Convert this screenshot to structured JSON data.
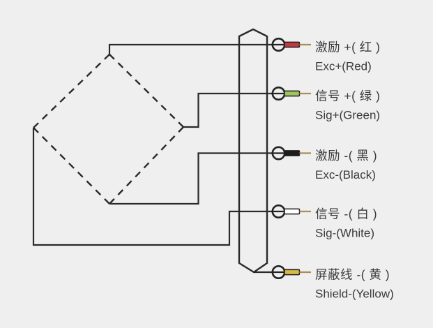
{
  "diagram": {
    "type": "load-cell wiring diagram",
    "bridge": "wheatstone-bridge (dashed diamond)",
    "cable": "cable sheath outline"
  },
  "colors": {
    "background": "#efeff0",
    "line": "#2a2a2a",
    "text": "#3a3a3a",
    "wire_tail": "#aa8c55",
    "red": "#c13a42",
    "green": "#a0c35f",
    "black": "#1d1d1d",
    "white": "#ffffff",
    "yellow": "#d7b946"
  },
  "connectors": [
    {
      "id": "exc-plus",
      "cn": "激励 +( 红 )",
      "en": "Exc+(Red)",
      "color": "#c13a42"
    },
    {
      "id": "sig-plus",
      "cn": "信号 +( 绿 )",
      "en": "Sig+(Green)",
      "color": "#a0c35f"
    },
    {
      "id": "exc-minus",
      "cn": "激励 -( 黑 )",
      "en": "Exc-(Black)",
      "color": "#1d1d1d"
    },
    {
      "id": "sig-minus",
      "cn": "信号 -( 白 )",
      "en": "Sig-(White)",
      "color": "#ffffff"
    },
    {
      "id": "shield",
      "cn": "屏蔽线 -( 黄 )",
      "en": "Shield-(Yellow)",
      "color": "#d7b946"
    }
  ]
}
